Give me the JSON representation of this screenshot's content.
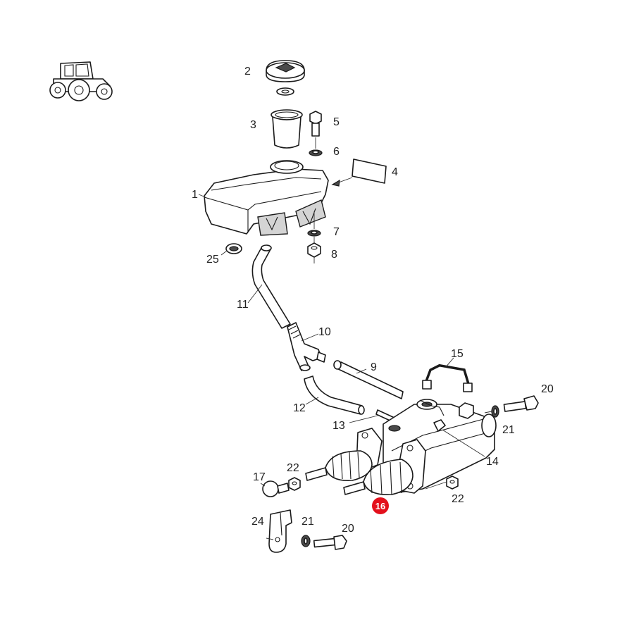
{
  "diagram": {
    "highlight_color": "#e3101c",
    "callouts": {
      "c1": "1",
      "c2": "2",
      "c3": "3",
      "c4": "4",
      "c5": "5",
      "c6": "6",
      "c7": "7",
      "c8": "8",
      "c9": "9",
      "c10": "10",
      "c11": "11",
      "c12": "12",
      "c13": "13",
      "c14": "14",
      "c15": "15",
      "c16": "16",
      "c17": "17",
      "c20a": "20",
      "c20b": "20",
      "c21a": "21",
      "c21b": "21",
      "c22a": "22",
      "c22b": "22",
      "c24": "24",
      "c25": "25"
    }
  }
}
